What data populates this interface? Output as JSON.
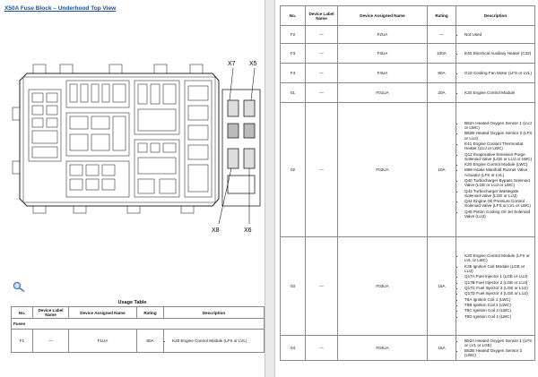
{
  "page_title": "X50A Fuse Block – Underhood Top View",
  "diagram": {
    "callouts": {
      "x7": "X7",
      "x5": "X5",
      "x8": "X8",
      "x6": "X6"
    }
  },
  "usage_table": {
    "caption": "Usage Table",
    "headers": {
      "no": "No.",
      "label": "Device Label Name",
      "assigned": "Device Assigned Name",
      "rating": "Rating",
      "desc": "Description"
    },
    "section": "Fuses",
    "rows": [
      {
        "no": "F1",
        "label": "—",
        "assigned": "F1UA",
        "rating": "80A",
        "desc": [
          "K20 Engine Control Module (LFS or LVL)"
        ]
      }
    ]
  },
  "right_table": {
    "headers": {
      "no": "No.",
      "label": "Device Label Name",
      "assigned": "Device Assigned Name",
      "rating": "Rating",
      "desc": "Description"
    },
    "rows": [
      {
        "no": "F2",
        "label": "—",
        "assigned": "F2UA",
        "rating": "—",
        "desc": [
          "Not Used"
        ]
      },
      {
        "no": "F3",
        "label": "—",
        "assigned": "F3UA",
        "rating": "100A",
        "desc": [
          "E40 Electrical Auxiliary Heater (C32)"
        ]
      },
      {
        "no": "F4",
        "label": "—",
        "assigned": "F4UA",
        "rating": "80A",
        "desc": [
          "G10 Cooling Fan Motor (LFS or LVL)"
        ]
      },
      {
        "no": "01",
        "label": "—",
        "assigned": "F01UA",
        "rating": "20A",
        "desc": [
          "K20 Engine Control Module"
        ]
      },
      {
        "no": "02",
        "label": "—",
        "assigned": "F02UA",
        "rating": "10A",
        "desc": [
          "B52A Heated Oxygen Sensor 1 (LUJ or LWC)",
          "B52B Heated Oxygen Sensor 2 (LFS or LUJ)",
          "E41 Engine Coolant Thermostat Heater (LUJ or LWC)",
          "Q12 Evaporative Emission Purge Solenoid Valve (LGE or LUJ or LWC)",
          "K20 Engine Control Module (LWC)",
          "M98 Intake Manifold Runner Valve Actuator (LFS or LVL)",
          "Q40 Turbocharger Bypass Solenoid Valve (LGE or LUJ or LWC)",
          "Q42 Turbocharger Wastegate Solenoid Valve (LGE or LUJ)",
          "Q44 Engine Oil Pressure Control Solenoid Valve (LFS or LVL or LWC)",
          "Q45 Piston Cooling Oil Jet Solenoid Valve (LUJ)"
        ]
      },
      {
        "no": "03",
        "label": "—",
        "assigned": "F03UA",
        "rating": "15A",
        "desc": [
          "K20 Engine Control Module (LFS or LVL or LWC)",
          "K35 Ignition Coil Module (LGE or LUJ)",
          "Q17A Fuel Injector 1 (LGE or LUJ)",
          "Q17B Fuel Injector 2 (LGE or LUJ)",
          "Q17C Fuel Injector 3 (LGE or LUJ)",
          "Q17D Fuel Injector 4 (LGE or LUJ)",
          "T8A Ignition Coil 1 (LWC)",
          "T8B Ignition Coil 2 (LWC)",
          "T8C Ignition Coil 3 (LWC)",
          "T8D Ignition Coil 4 (LWC)"
        ]
      },
      {
        "no": "04",
        "label": "—",
        "assigned": "F04UA",
        "rating": "15A",
        "desc": [
          "B52A Heated Oxygen Sensor 1 (LFS or LVL or LGE)",
          "B52B Heated Oxygen Sensor 2 (LWC)"
        ]
      }
    ]
  }
}
